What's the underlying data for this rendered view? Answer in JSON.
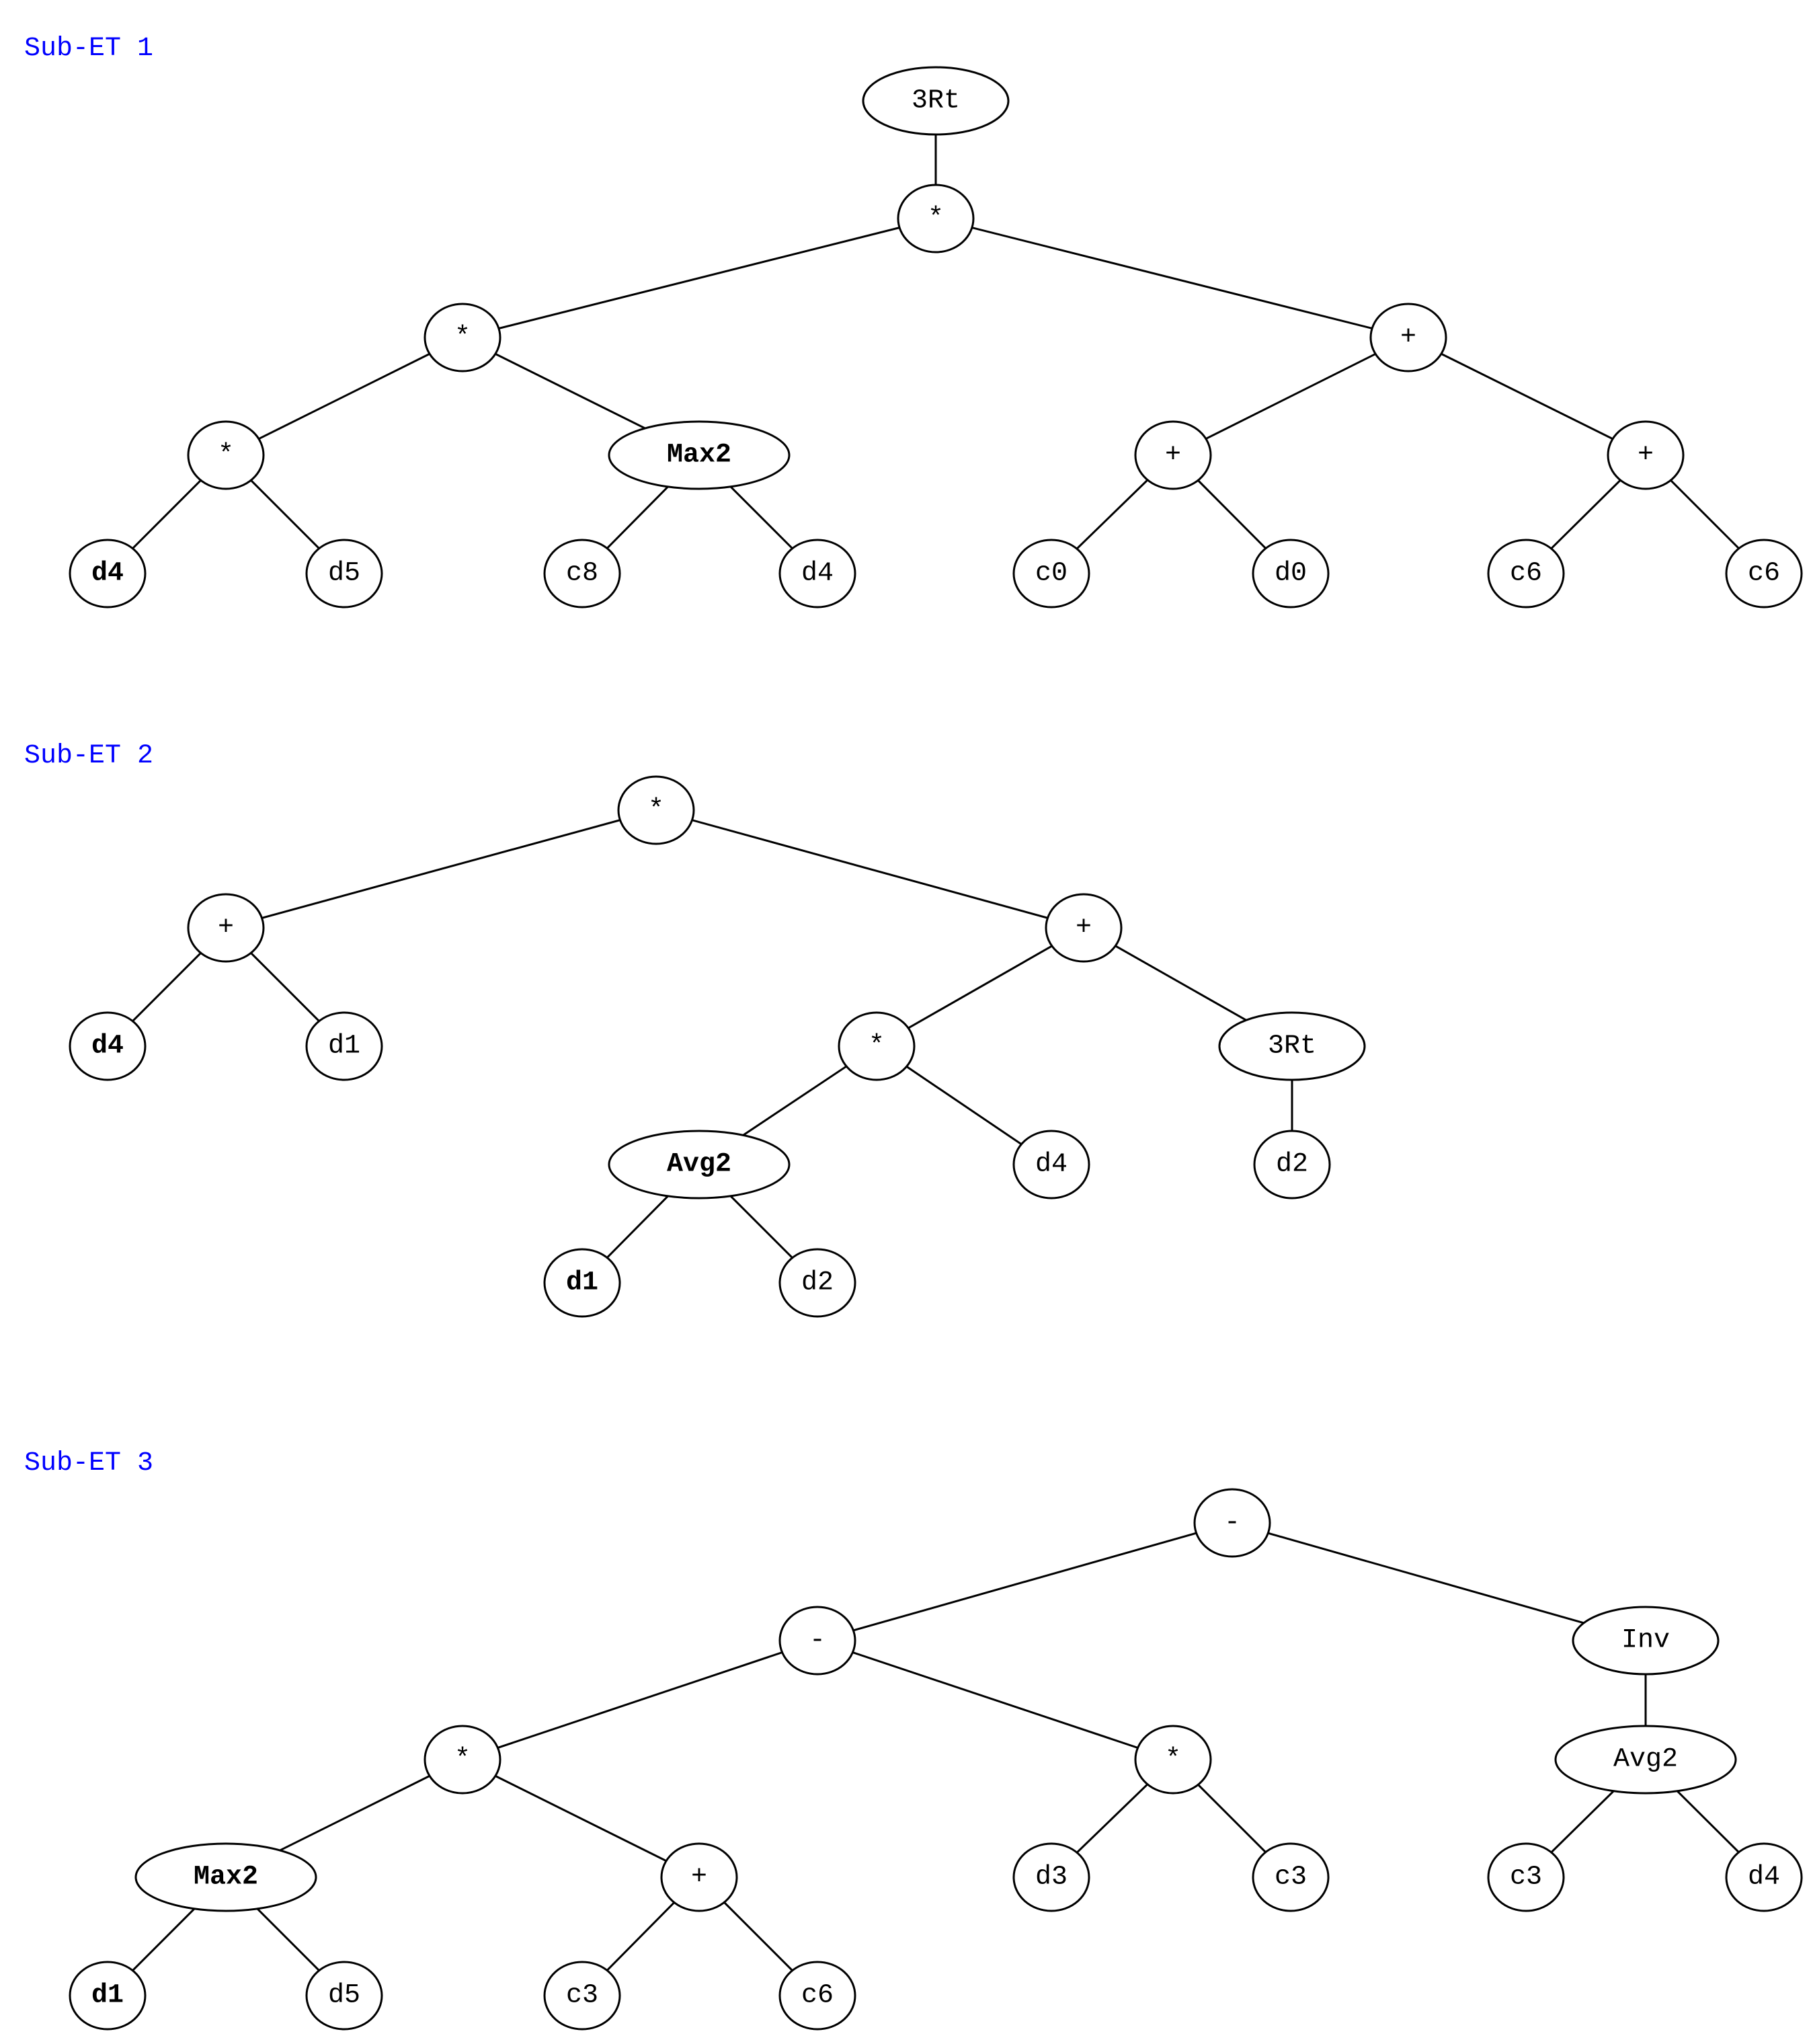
{
  "colors": {
    "title": "#0000ff",
    "line": "#000000",
    "fill": "#ffffff"
  },
  "trees": [
    {
      "title": "Sub-ET 1",
      "nodes": [
        {
          "id": "a0",
          "label": "3Rt",
          "shape": "ellipse"
        },
        {
          "id": "a1",
          "label": "*",
          "parent": "a0",
          "shape": "circle"
        },
        {
          "id": "a2",
          "label": "*",
          "parent": "a1",
          "shape": "circle"
        },
        {
          "id": "a3",
          "label": "+",
          "parent": "a1",
          "shape": "circle"
        },
        {
          "id": "a4",
          "label": "*",
          "parent": "a2",
          "shape": "circle"
        },
        {
          "id": "a5",
          "label": "Max2",
          "parent": "a2",
          "shape": "ellipse",
          "bold": true
        },
        {
          "id": "a6",
          "label": "+",
          "parent": "a3",
          "shape": "circle"
        },
        {
          "id": "a7",
          "label": "+",
          "parent": "a3",
          "shape": "circle"
        },
        {
          "id": "a8",
          "label": "d4",
          "parent": "a4",
          "shape": "circle",
          "bold": true
        },
        {
          "id": "a9",
          "label": "d5",
          "parent": "a4",
          "shape": "circle"
        },
        {
          "id": "a10",
          "label": "c8",
          "parent": "a5",
          "shape": "circle"
        },
        {
          "id": "a11",
          "label": "d4",
          "parent": "a5",
          "shape": "circle"
        },
        {
          "id": "a12",
          "label": "c0",
          "parent": "a6",
          "shape": "circle"
        },
        {
          "id": "a13",
          "label": "d0",
          "parent": "a6",
          "shape": "circle"
        },
        {
          "id": "a14",
          "label": "c6",
          "parent": "a7",
          "shape": "circle"
        },
        {
          "id": "a15",
          "label": "c6",
          "parent": "a7",
          "shape": "circle"
        }
      ]
    },
    {
      "title": "Sub-ET 2",
      "nodes": [
        {
          "id": "b0",
          "label": "*",
          "shape": "circle"
        },
        {
          "id": "b1",
          "label": "+",
          "parent": "b0",
          "shape": "circle"
        },
        {
          "id": "b2",
          "label": "+",
          "parent": "b0",
          "shape": "circle"
        },
        {
          "id": "b3",
          "label": "d4",
          "parent": "b1",
          "shape": "circle",
          "bold": true
        },
        {
          "id": "b4",
          "label": "d1",
          "parent": "b1",
          "shape": "circle"
        },
        {
          "id": "b5",
          "label": "*",
          "parent": "b2",
          "shape": "circle"
        },
        {
          "id": "b6",
          "label": "3Rt",
          "parent": "b2",
          "shape": "ellipse"
        },
        {
          "id": "b7",
          "label": "Avg2",
          "parent": "b5",
          "shape": "ellipse",
          "bold": true
        },
        {
          "id": "b8",
          "label": "d4",
          "parent": "b5",
          "shape": "circle"
        },
        {
          "id": "b9",
          "label": "d2",
          "parent": "b6",
          "shape": "circle"
        },
        {
          "id": "b10",
          "label": "d1",
          "parent": "b7",
          "shape": "circle",
          "bold": true
        },
        {
          "id": "b11",
          "label": "d2",
          "parent": "b7",
          "shape": "circle"
        }
      ]
    },
    {
      "title": "Sub-ET 3",
      "nodes": [
        {
          "id": "c0",
          "label": "-",
          "shape": "circle"
        },
        {
          "id": "c1",
          "label": "-",
          "parent": "c0",
          "shape": "circle"
        },
        {
          "id": "c2",
          "label": "Inv",
          "parent": "c0",
          "shape": "ellipse"
        },
        {
          "id": "c3",
          "label": "*",
          "parent": "c1",
          "shape": "circle"
        },
        {
          "id": "c4",
          "label": "*",
          "parent": "c1",
          "shape": "circle"
        },
        {
          "id": "c5",
          "label": "Avg2",
          "parent": "c2",
          "shape": "ellipse"
        },
        {
          "id": "c6",
          "label": "Max2",
          "parent": "c3",
          "shape": "ellipse",
          "bold": true
        },
        {
          "id": "c7",
          "label": "+",
          "parent": "c3",
          "shape": "circle"
        },
        {
          "id": "c8",
          "label": "d3",
          "parent": "c4",
          "shape": "circle"
        },
        {
          "id": "c9",
          "label": "c3",
          "parent": "c4",
          "shape": "circle"
        },
        {
          "id": "c10",
          "label": "c3",
          "parent": "c5",
          "shape": "circle"
        },
        {
          "id": "c11",
          "label": "d4",
          "parent": "c5",
          "shape": "circle"
        },
        {
          "id": "c12",
          "label": "d1",
          "parent": "c6",
          "shape": "circle",
          "bold": true
        },
        {
          "id": "c13",
          "label": "d5",
          "parent": "c6",
          "shape": "circle"
        },
        {
          "id": "c14",
          "label": "c3",
          "parent": "c7",
          "shape": "circle"
        },
        {
          "id": "c15",
          "label": "c6",
          "parent": "c7",
          "shape": "circle"
        }
      ]
    }
  ]
}
